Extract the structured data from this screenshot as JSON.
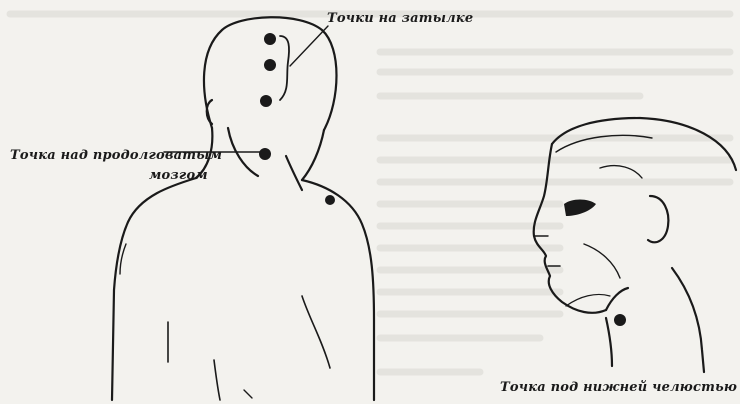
{
  "labels": {
    "occiput_points": "Точки на затылке",
    "medulla_point_line1": "Точка над продолговатым",
    "medulla_point_line2": "мозгом",
    "jaw_point": "Точка под нижней челюстью"
  },
  "colors": {
    "paper": "#f3f2ee",
    "ink": "#1a1a1a",
    "bleed_text": "#d9d7d1"
  }
}
